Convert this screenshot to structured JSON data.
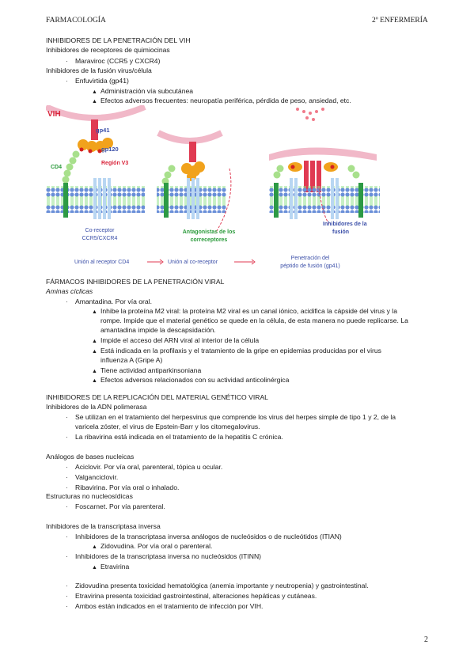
{
  "header": {
    "subject": "FARMACOLOGÍA",
    "course": "2º ENFERMERÍA"
  },
  "page_number": "2",
  "section1": {
    "title": "INHIBIDORES DE LA PENETRACIÓN DEL VIH",
    "sub1": "Inhibidores de receptores de quimiocinas",
    "drug1": "Maraviroc (CCR5 y CXCR4)",
    "sub2": "Inhibidores de la fusión virus/célula",
    "drug2": "Enfuvirtida (gp41)",
    "drug2_p1": "Administración vía subcutánea",
    "drug2_p2": "Efectos adversos frecuentes: neuropatía periférica, pérdida de peso, ansiedad, etc."
  },
  "figure": {
    "vih": "VIH",
    "gp41": "gp41",
    "gp120": "gp120",
    "region_v3": "Región V3",
    "cd4": "CD4",
    "coreceptor": "Co-receptor",
    "coreceptor2": "CCR5/CXCR4",
    "antagonists": "Antagonistas de los",
    "antagonists2": "correceptores",
    "fusion_inh": "Inhibidores de la",
    "fusion_inh2": "fusión",
    "step1": "Unión al receptor CD4",
    "step2": "Unión al co-receptor",
    "step3": "Penetración del",
    "step3b": "péptido de fusión (gp41)"
  },
  "section2": {
    "title": "FÁRMACOS INHIBIDORES DE LA PENETRACIÓN VIRAL",
    "sub": "Aminas cíclicas",
    "drug": "Amantadina. Por vía oral.",
    "p1a": "Inhibe la proteína M2 viral: la proteína M2 viral es un canal iónico, acidifica la cápside del virus y la",
    "p1b": "rompe. Impide que el material genético se quede en la célula, de esta manera no puede replicarse. La",
    "p1c": "amantadina impide la descapsidación.",
    "p2": "Impide el acceso del ARN viral al interior de la célula",
    "p3a": "Está indicada en la profilaxis y el tratamiento de la gripe en epidemias producidas por el virus",
    "p3b": "influenza A (Gripe A)",
    "p4": "Tiene actividad antiparkinsoniana",
    "p5": "Efectos adversos relacionados con su actividad anticolinérgica"
  },
  "section3": {
    "title": "INHIBIDORES DE LA REPLICACIÓN DEL MATERIAL GENÉTICO VIRAL",
    "sub1": "Inhibidores de la ADN polimerasa",
    "i1a": "Se utilizan en el tratamiento del herpesvirus que comprende los virus del herpes simple de tipo 1 y 2, de la",
    "i1b": "varicela zóster, el virus de Epstein-Barr y los citomegalovirus.",
    "i2": "La ribavirina está indicada en el tratamiento de la hepatitis C crónica.",
    "sub2": "Análogos de bases nucleicas",
    "a1": "Aciclovir. Por vía oral, parenteral, tópica u ocular.",
    "a2": "Valganciclovir.",
    "a3": "Ribavirina. Por vía oral o inhalado.",
    "sub3": "Estructuras no nucleosídicas",
    "f1": "Foscarnet. Por vía parenteral.",
    "sub4": "Inhibidores de la transcriptasa inversa",
    "t1": "Inhibidores de la transcriptasa inversa análogos de nucleósidos o de nucleótidos (ITIAN)",
    "t1a": "Zidovudina. Por vía oral o parenteral.",
    "t2": "Inhibidores de la transcriptasa inversa no nucleósidos (ITINN)",
    "t2a": "Etravirina",
    "n1": "Zidovudina presenta toxicidad hematológica (anemia importante y neutropenia) y gastrointestinal.",
    "n2": "Etravirina presenta toxicidad gastrointestinal, alteraciones hepáticas y cutáneas.",
    "n3": "Ambos están indicados en el tratamiento de infección por VIH."
  }
}
